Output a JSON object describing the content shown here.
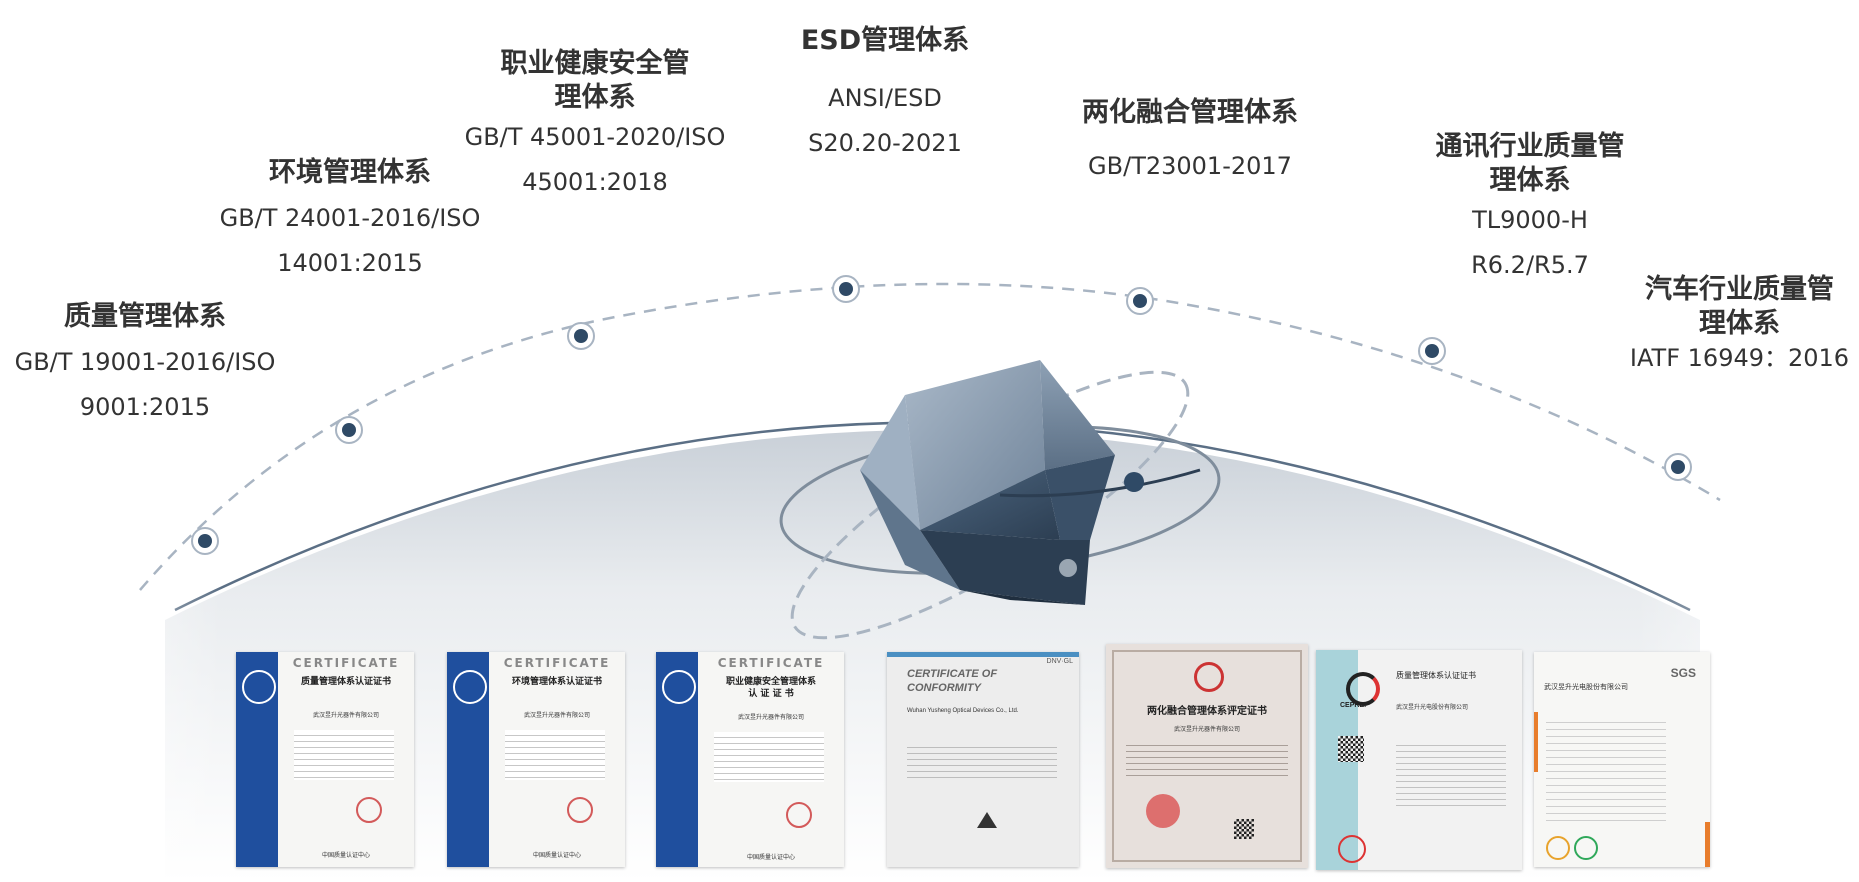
{
  "systems": [
    {
      "title": "质量管理体系",
      "lines": [
        "GB/T 19001-2016/ISO",
        "9001:2015"
      ]
    },
    {
      "title": "环境管理体系",
      "lines": [
        "GB/T 24001-2016/ISO",
        "14001:2015"
      ]
    },
    {
      "title": "职业健康安全管理体系",
      "title_lines": [
        "职业健康安全管",
        "理体系"
      ],
      "lines": [
        "GB/T 45001-2020/ISO",
        "45001:2018"
      ]
    },
    {
      "title": "ESD管理体系",
      "lines": [
        "ANSI/ESD",
        "S20.20-2021"
      ]
    },
    {
      "title": "两化融合管理体系",
      "lines": [
        "GB/T23001-2017"
      ]
    },
    {
      "title": "通讯行业质量管理体系",
      "title_lines": [
        "通讯行业质量管",
        "理体系"
      ],
      "lines": [
        "TL9000-H",
        "R6.2/R5.7"
      ]
    },
    {
      "title": "汽车行业质量管理体系",
      "title_lines": [
        "汽车行业质量管",
        "理体系"
      ],
      "lines": [
        "IATF 16949：2016"
      ]
    }
  ],
  "certificates": [
    {
      "heading": "CERTIFICATE",
      "title": "质量管理体系认证证书",
      "company": "武汉昱升光器件有限公司",
      "footer": "中国质量认证中心"
    },
    {
      "heading": "CERTIFICATE",
      "title": "环境管理体系认证证书",
      "company": "武汉昱升光器件有限公司",
      "footer": "中国质量认证中心"
    },
    {
      "heading": "CERTIFICATE",
      "title": "职业健康安全管理体系认证证书",
      "title_lines": [
        "职业健康安全管理体系",
        "认 证 证 书"
      ],
      "company": "武汉昱升光器件有限公司",
      "footer": "中国质量认证中心"
    },
    {
      "heading": "CERTIFICATE OF CONFORMITY",
      "heading_lines": [
        "CERTIFICATE OF",
        "CONFORMITY"
      ],
      "brand": "DNV·GL",
      "company": "Wuhan Yusheng Optical Devices Co., Ltd."
    },
    {
      "title": "两化融合管理体系评定证书",
      "company": "武汉昱升光器件有限公司"
    },
    {
      "brand": "CEPREI",
      "title": "质量管理体系认证证书",
      "company": "武汉昱升光电股份有限公司"
    },
    {
      "brand": "SGS",
      "company": "武汉昱升光电股份有限公司"
    }
  ],
  "colors": {
    "accent": "#2f4a66",
    "arc_line": "#a8b4c2",
    "blue_band": "#1f4f9e",
    "text": "#333333"
  }
}
